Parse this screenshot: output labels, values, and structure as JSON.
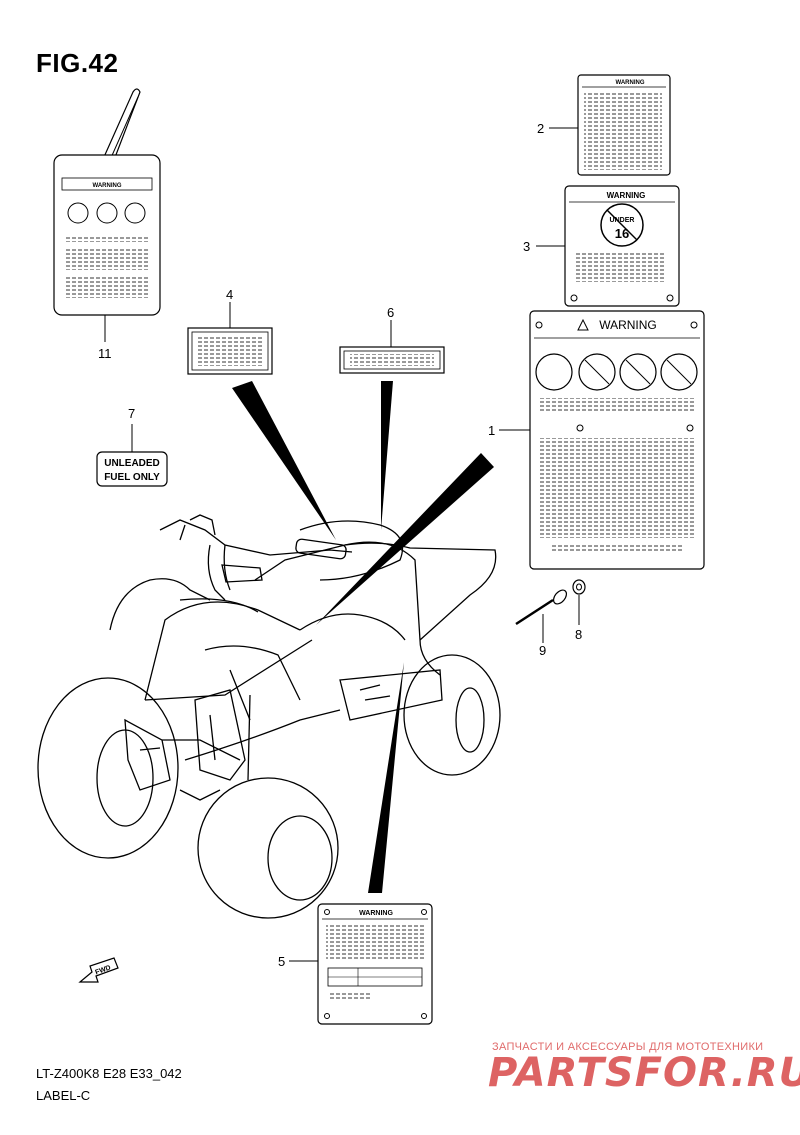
{
  "figure": {
    "title": "FIG.42"
  },
  "callouts": [
    {
      "id": "1",
      "text": "1"
    },
    {
      "id": "2",
      "text": "2"
    },
    {
      "id": "3",
      "text": "3"
    },
    {
      "id": "4",
      "text": "4"
    },
    {
      "id": "5",
      "text": "5"
    },
    {
      "id": "6",
      "text": "6"
    },
    {
      "id": "7",
      "text": "7"
    },
    {
      "id": "8",
      "text": "8"
    },
    {
      "id": "9",
      "text": "9"
    },
    {
      "id": "11",
      "text": "11"
    }
  ],
  "labels": {
    "warning_word": "WARNING",
    "under_text": "UNDER",
    "under_number": "16",
    "fuel_line1": "UNLEADED",
    "fuel_line2": "FUEL ONLY",
    "fwd_text": "FWD"
  },
  "footer": {
    "code": "LT-Z400K8 E28 E33_042",
    "label": "LABEL-C"
  },
  "watermark": {
    "subtitle": "ЗАПЧАСТИ И АКСЕССУАРЫ ДЛЯ МОТОТЕХНИКИ",
    "brand": "PARTSFOR.RU"
  }
}
